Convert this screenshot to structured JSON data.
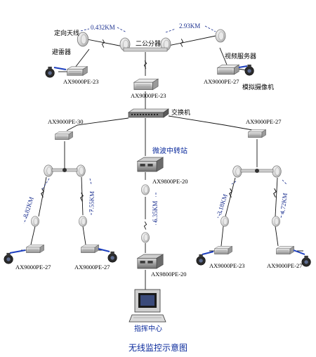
{
  "title": "无线监控示意图",
  "labels": {
    "directional_antenna": "定向天线",
    "lightning_arrester": "避雷器",
    "splitter": "二公分器",
    "video_server": "视频服务器",
    "analog_camera": "模拟摄像机",
    "switch": "交换机",
    "microwave_relay": "微波中转站",
    "command_center": "指挥中心"
  },
  "distances": {
    "top_left": "0.432KM",
    "top_right": "2.93KM",
    "mid_left_a": "8.82KM",
    "mid_left_b": "7.55KM",
    "center": "6.35KM",
    "mid_right_a": "3.18KM",
    "mid_right_b": "4.72KM"
  },
  "devices": {
    "top_left": "AX9000PE-23",
    "top_center": "AX9000PE-23",
    "top_right": "AX9000PE-27",
    "mid_left": "AX9000PE-30",
    "mid_right": "AX9000PE-27",
    "relay_top": "AX9800PE-20",
    "relay_bottom": "AX9800PE-20",
    "bottom_left_1": "AX9000PE-27",
    "bottom_left_2": "AX9000PE-27",
    "bottom_right_1": "AX9000PE-23",
    "bottom_right_2": "AX9000PE-27"
  }
}
